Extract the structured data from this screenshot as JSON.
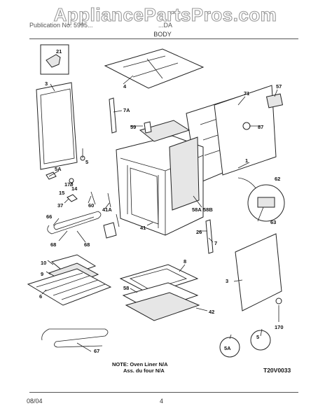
{
  "header": {
    "watermark": "AppliancePartsPros.com",
    "left": "Publication No. 5995...",
    "right": "...DA",
    "section": "BODY"
  },
  "callouts": {
    "c21": "21",
    "c3a": "3",
    "c4": "4",
    "c71": "71",
    "c57": "57",
    "c7a": "7A",
    "c59": "59",
    "c87": "87",
    "c1": "1",
    "c5a": "5A",
    "c5": "5",
    "c170": "170",
    "c14": "14",
    "c15": "15",
    "c37": "37",
    "c60": "60",
    "c41a": "41A",
    "c62": "62",
    "c58a": "58A",
    "c58b": "58B",
    "c63": "63",
    "c66": "66",
    "c41": "41",
    "c26": "26",
    "c7": "7",
    "c68a": "68",
    "c68b": "68",
    "c10": "10",
    "c9": "9",
    "c8": "8",
    "c6": "6",
    "c3b": "3",
    "c58": "58",
    "c42": "42",
    "c67": "67",
    "c170b": "170",
    "c5b": "5",
    "c5ab": "5A"
  },
  "note": {
    "line1": "NOTE: Oven Liner N/A",
    "line2": "Ass. du four N/A"
  },
  "diagram_code": "T20V0033",
  "footer": {
    "date": "08/04",
    "page": "4"
  }
}
